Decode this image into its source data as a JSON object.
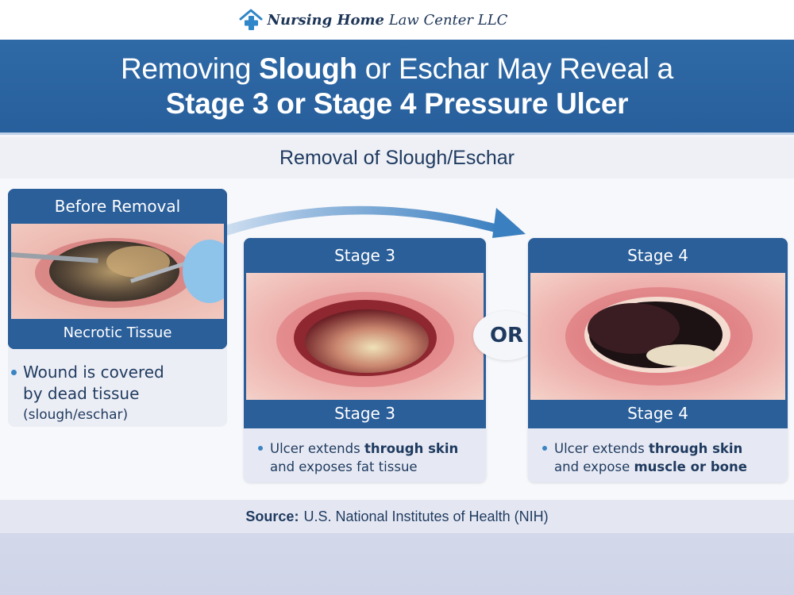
{
  "brand": {
    "name_bold": "Nursing Home",
    "name_regular": "Law Center LLC",
    "icon": "house-medical-cross-icon",
    "color": "#2f86c8"
  },
  "hero": {
    "line1_a": "Removing ",
    "line1_b": "Slough",
    "line1_c": " or Eschar May Reveal a",
    "line2_a": "Stage 3 or Stage 4 ",
    "line2_b": "Pressure Ulcer",
    "background": "#2b66a3"
  },
  "subtitle": "Removal of Slough/Eschar",
  "before": {
    "header": "Before Removal",
    "footer": "Necrotic Tissue",
    "bullet_line1": "Wound is covered",
    "bullet_line2": "by dead tissue",
    "bullet_line3": "(slough/eschar)",
    "image": "necrotic-wound-with-forceps-photo"
  },
  "or_label": "OR",
  "stage3": {
    "header": "Stage 3",
    "footer": "Stage 3",
    "desc_a": "Ulcer extends ",
    "desc_b": "through skin",
    "desc_c": "and exposes fat tissue",
    "image": "stage-3-ulcer-photo"
  },
  "stage4": {
    "header": "Stage 4",
    "footer": "Stage 4",
    "desc_a": "Ulcer extends ",
    "desc_b": "through skin",
    "desc_c": "and expose ",
    "desc_d": "muscle or bone",
    "image": "stage-4-ulcer-photo"
  },
  "source": {
    "label": "Source:",
    "text": "U.S. National Institutes of Health (NIH)"
  },
  "colors": {
    "primary": "#2b5f9a",
    "accent": "#3a84c4",
    "text_dark": "#1f3a5f"
  }
}
